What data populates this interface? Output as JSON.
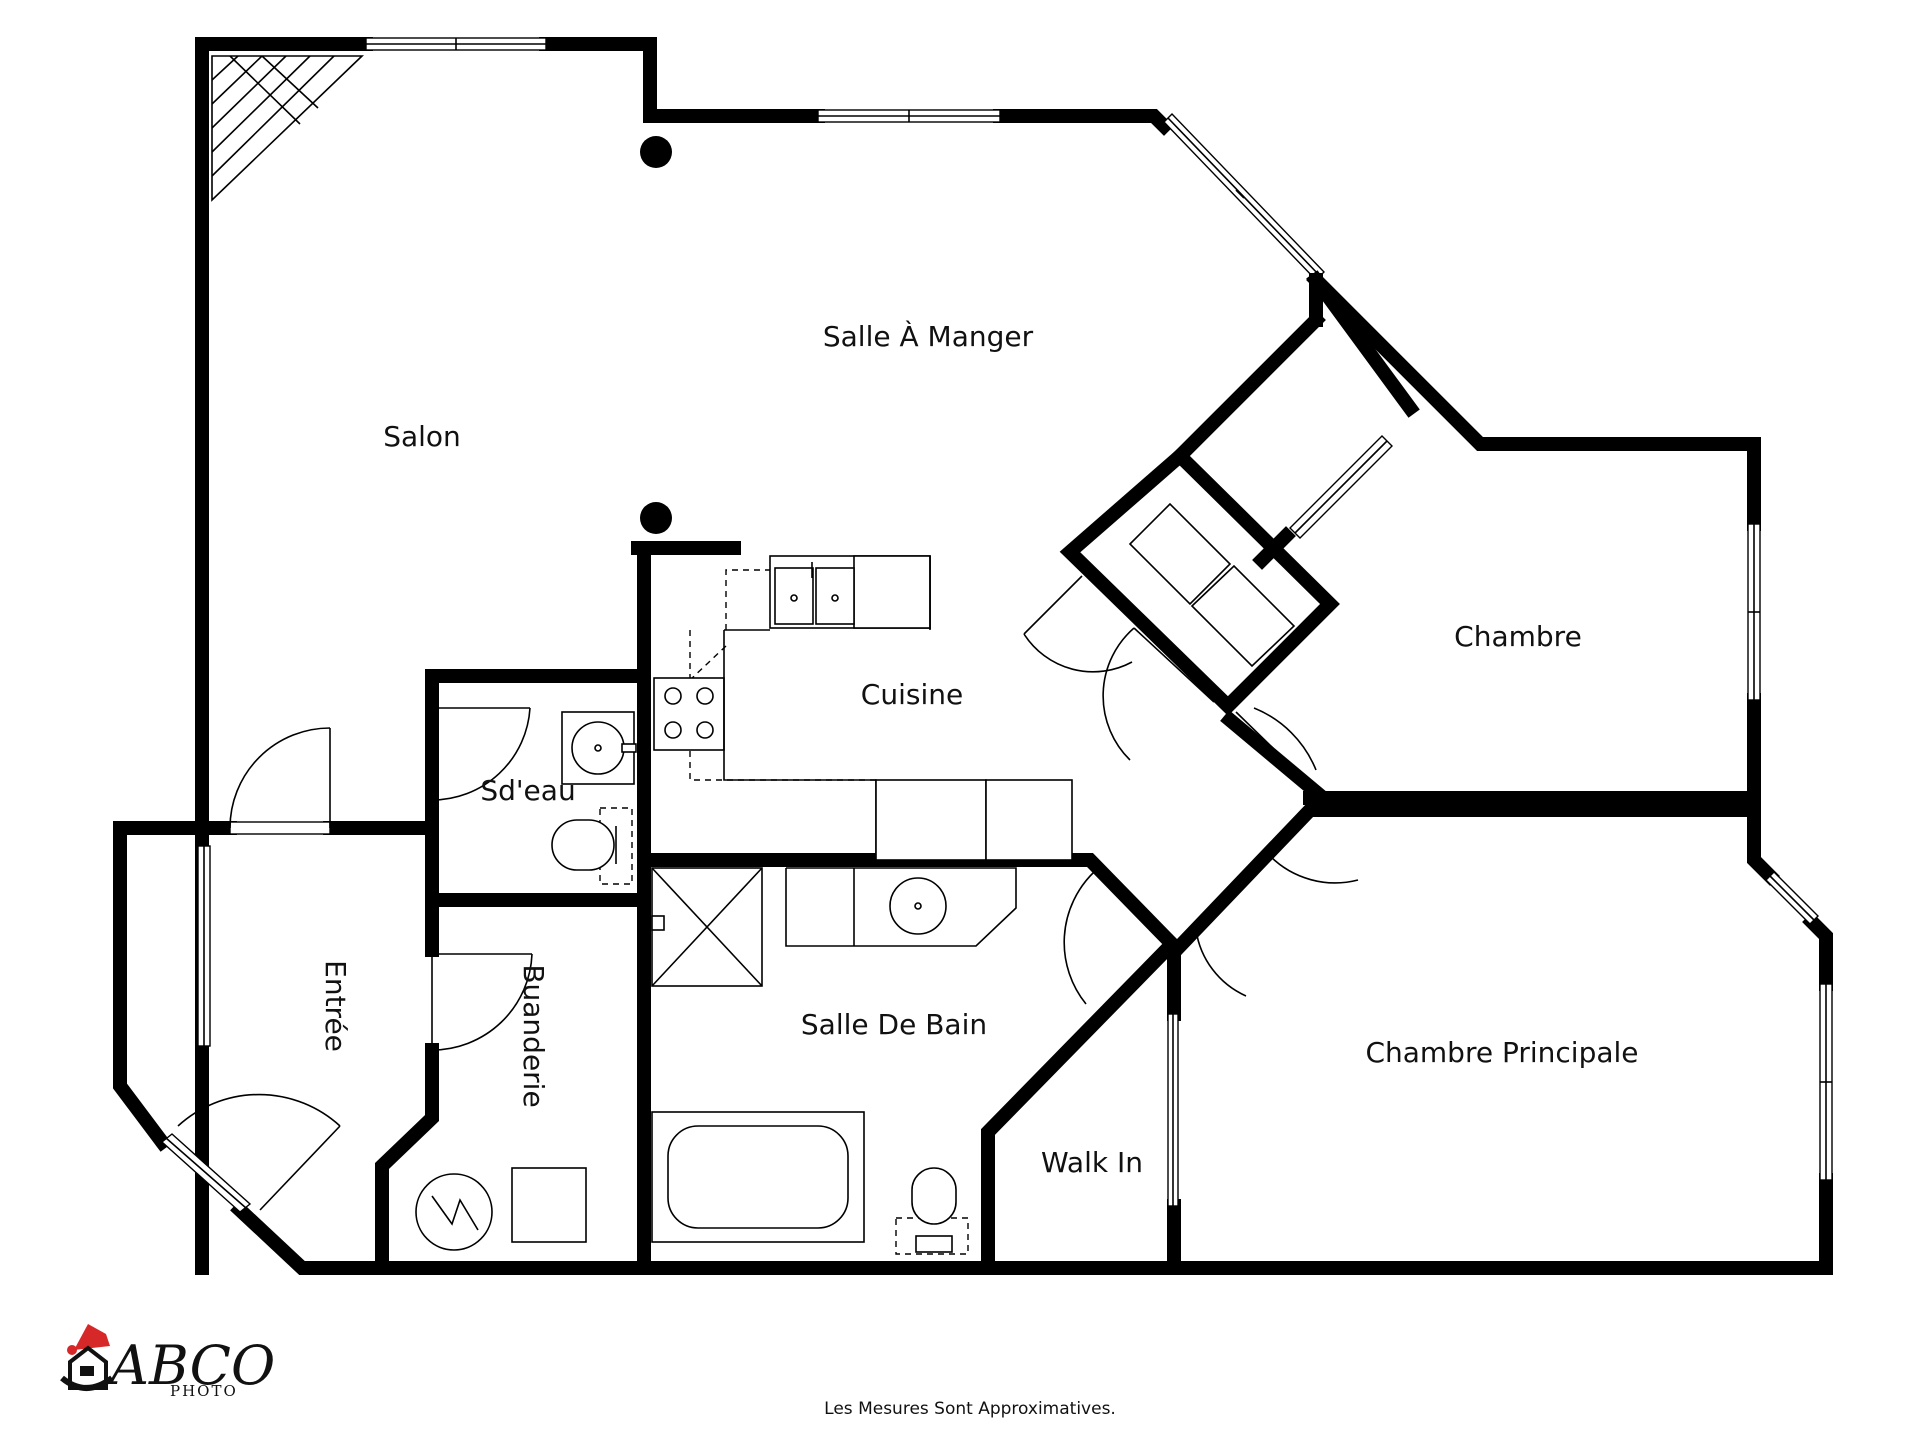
{
  "rooms": {
    "salon": "Salon",
    "salle_a_manger": "Salle À Manger",
    "cuisine": "Cuisine",
    "chambre": "Chambre",
    "sdeau": "Sd'eau",
    "entree": "Entrée",
    "buanderie": "Buanderie",
    "salle_de_bain": "Salle De Bain",
    "walk_in": "Walk In",
    "chambre_principale": "Chambre Principale"
  },
  "footer": {
    "note": "Les Mesures Sont Approximatives."
  },
  "logo": {
    "name": "ABCO",
    "sub": "PHOTO"
  },
  "colors": {
    "wall": "#000000",
    "background": "#ffffff",
    "logo_hat": "#d62828"
  }
}
